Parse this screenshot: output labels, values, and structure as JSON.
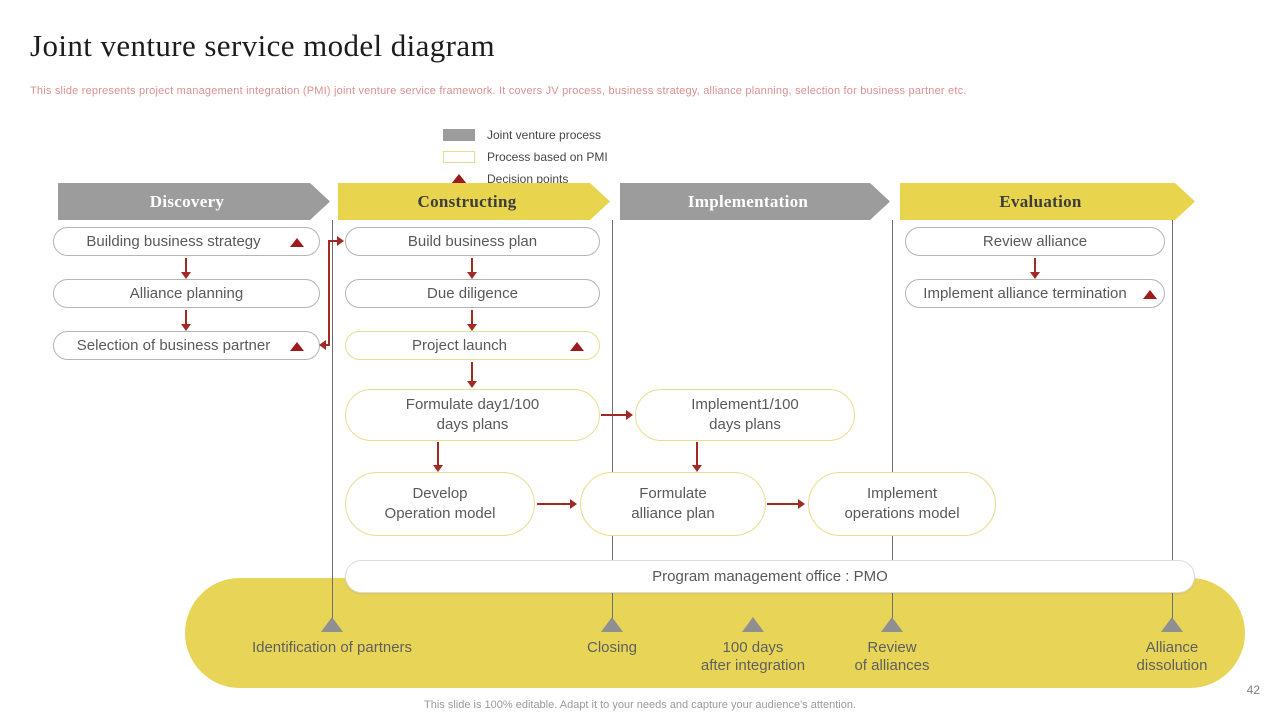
{
  "slide": {
    "title": "Joint venture service model diagram",
    "subtitle": "This slide represents project management integration (PMI) joint venture service framework. It covers JV process, business strategy, alliance planning, selection for business partner etc.",
    "footer": "This slide is 100% editable. Adapt it to your needs and capture your audience's attention.",
    "page_number": "42"
  },
  "legend": {
    "items": [
      {
        "label": "Joint venture process",
        "swatch": "gray-fill"
      },
      {
        "label": "Process based on PMI",
        "swatch": "yellow-outline"
      },
      {
        "label": "Decision points",
        "swatch": "red-triangle"
      }
    ]
  },
  "stages": [
    {
      "label": "Discovery",
      "color": "gray"
    },
    {
      "label": "Constructing",
      "color": "yellow"
    },
    {
      "label": "Implementation",
      "color": "gray"
    },
    {
      "label": "Evaluation",
      "color": "yellow"
    }
  ],
  "boxes": [
    {
      "l1": "Building business strategy",
      "type": "jv",
      "decision": true
    },
    {
      "l1": "Alliance planning",
      "type": "jv",
      "decision": false
    },
    {
      "l1": "Selection of business partner",
      "type": "jv",
      "decision": true
    },
    {
      "l1": "Build business plan",
      "type": "jv",
      "decision": false
    },
    {
      "l1": "Due diligence",
      "type": "jv",
      "decision": false
    },
    {
      "l1": "Project launch",
      "type": "pmi",
      "decision": true
    },
    {
      "l1": "Formulate day1/100",
      "l2": "days plans",
      "type": "pmi",
      "decision": false
    },
    {
      "l1": "Develop",
      "l2": "Operation model",
      "type": "pmi",
      "decision": false
    },
    {
      "l1": "Implement1/100",
      "l2": "days plans",
      "type": "pmi",
      "decision": false
    },
    {
      "l1": "Formulate",
      "l2": "alliance plan",
      "type": "pmi",
      "decision": false
    },
    {
      "l1": "Implement",
      "l2": "operations model",
      "type": "pmi",
      "decision": false
    },
    {
      "l1": "Review alliance",
      "type": "jv",
      "decision": false
    },
    {
      "l1": "Implement alliance termination",
      "type": "jv",
      "decision": true
    }
  ],
  "pmo_bar": {
    "label": "Program management office : PMO"
  },
  "timeline": {
    "milestones": [
      {
        "l1": "Identification of partners",
        "l2": ""
      },
      {
        "l1": "Closing",
        "l2": ""
      },
      {
        "l1": "100 days",
        "l2": "after integration"
      },
      {
        "l1": "Review",
        "l2": "of alliances"
      },
      {
        "l1": "Alliance",
        "l2": "dissolution"
      }
    ]
  },
  "colors": {
    "accent_yellow": "#E8D44D",
    "band_yellow": "#E8D558",
    "stage_gray": "#9C9C9C",
    "outline_yellow": "#EADC8E",
    "outline_gray": "#B5B5B5",
    "red": "#A12A24",
    "red_dark": "#9E1B1B",
    "text_gray": "#595959",
    "subtitle_red": "#DB9090"
  }
}
